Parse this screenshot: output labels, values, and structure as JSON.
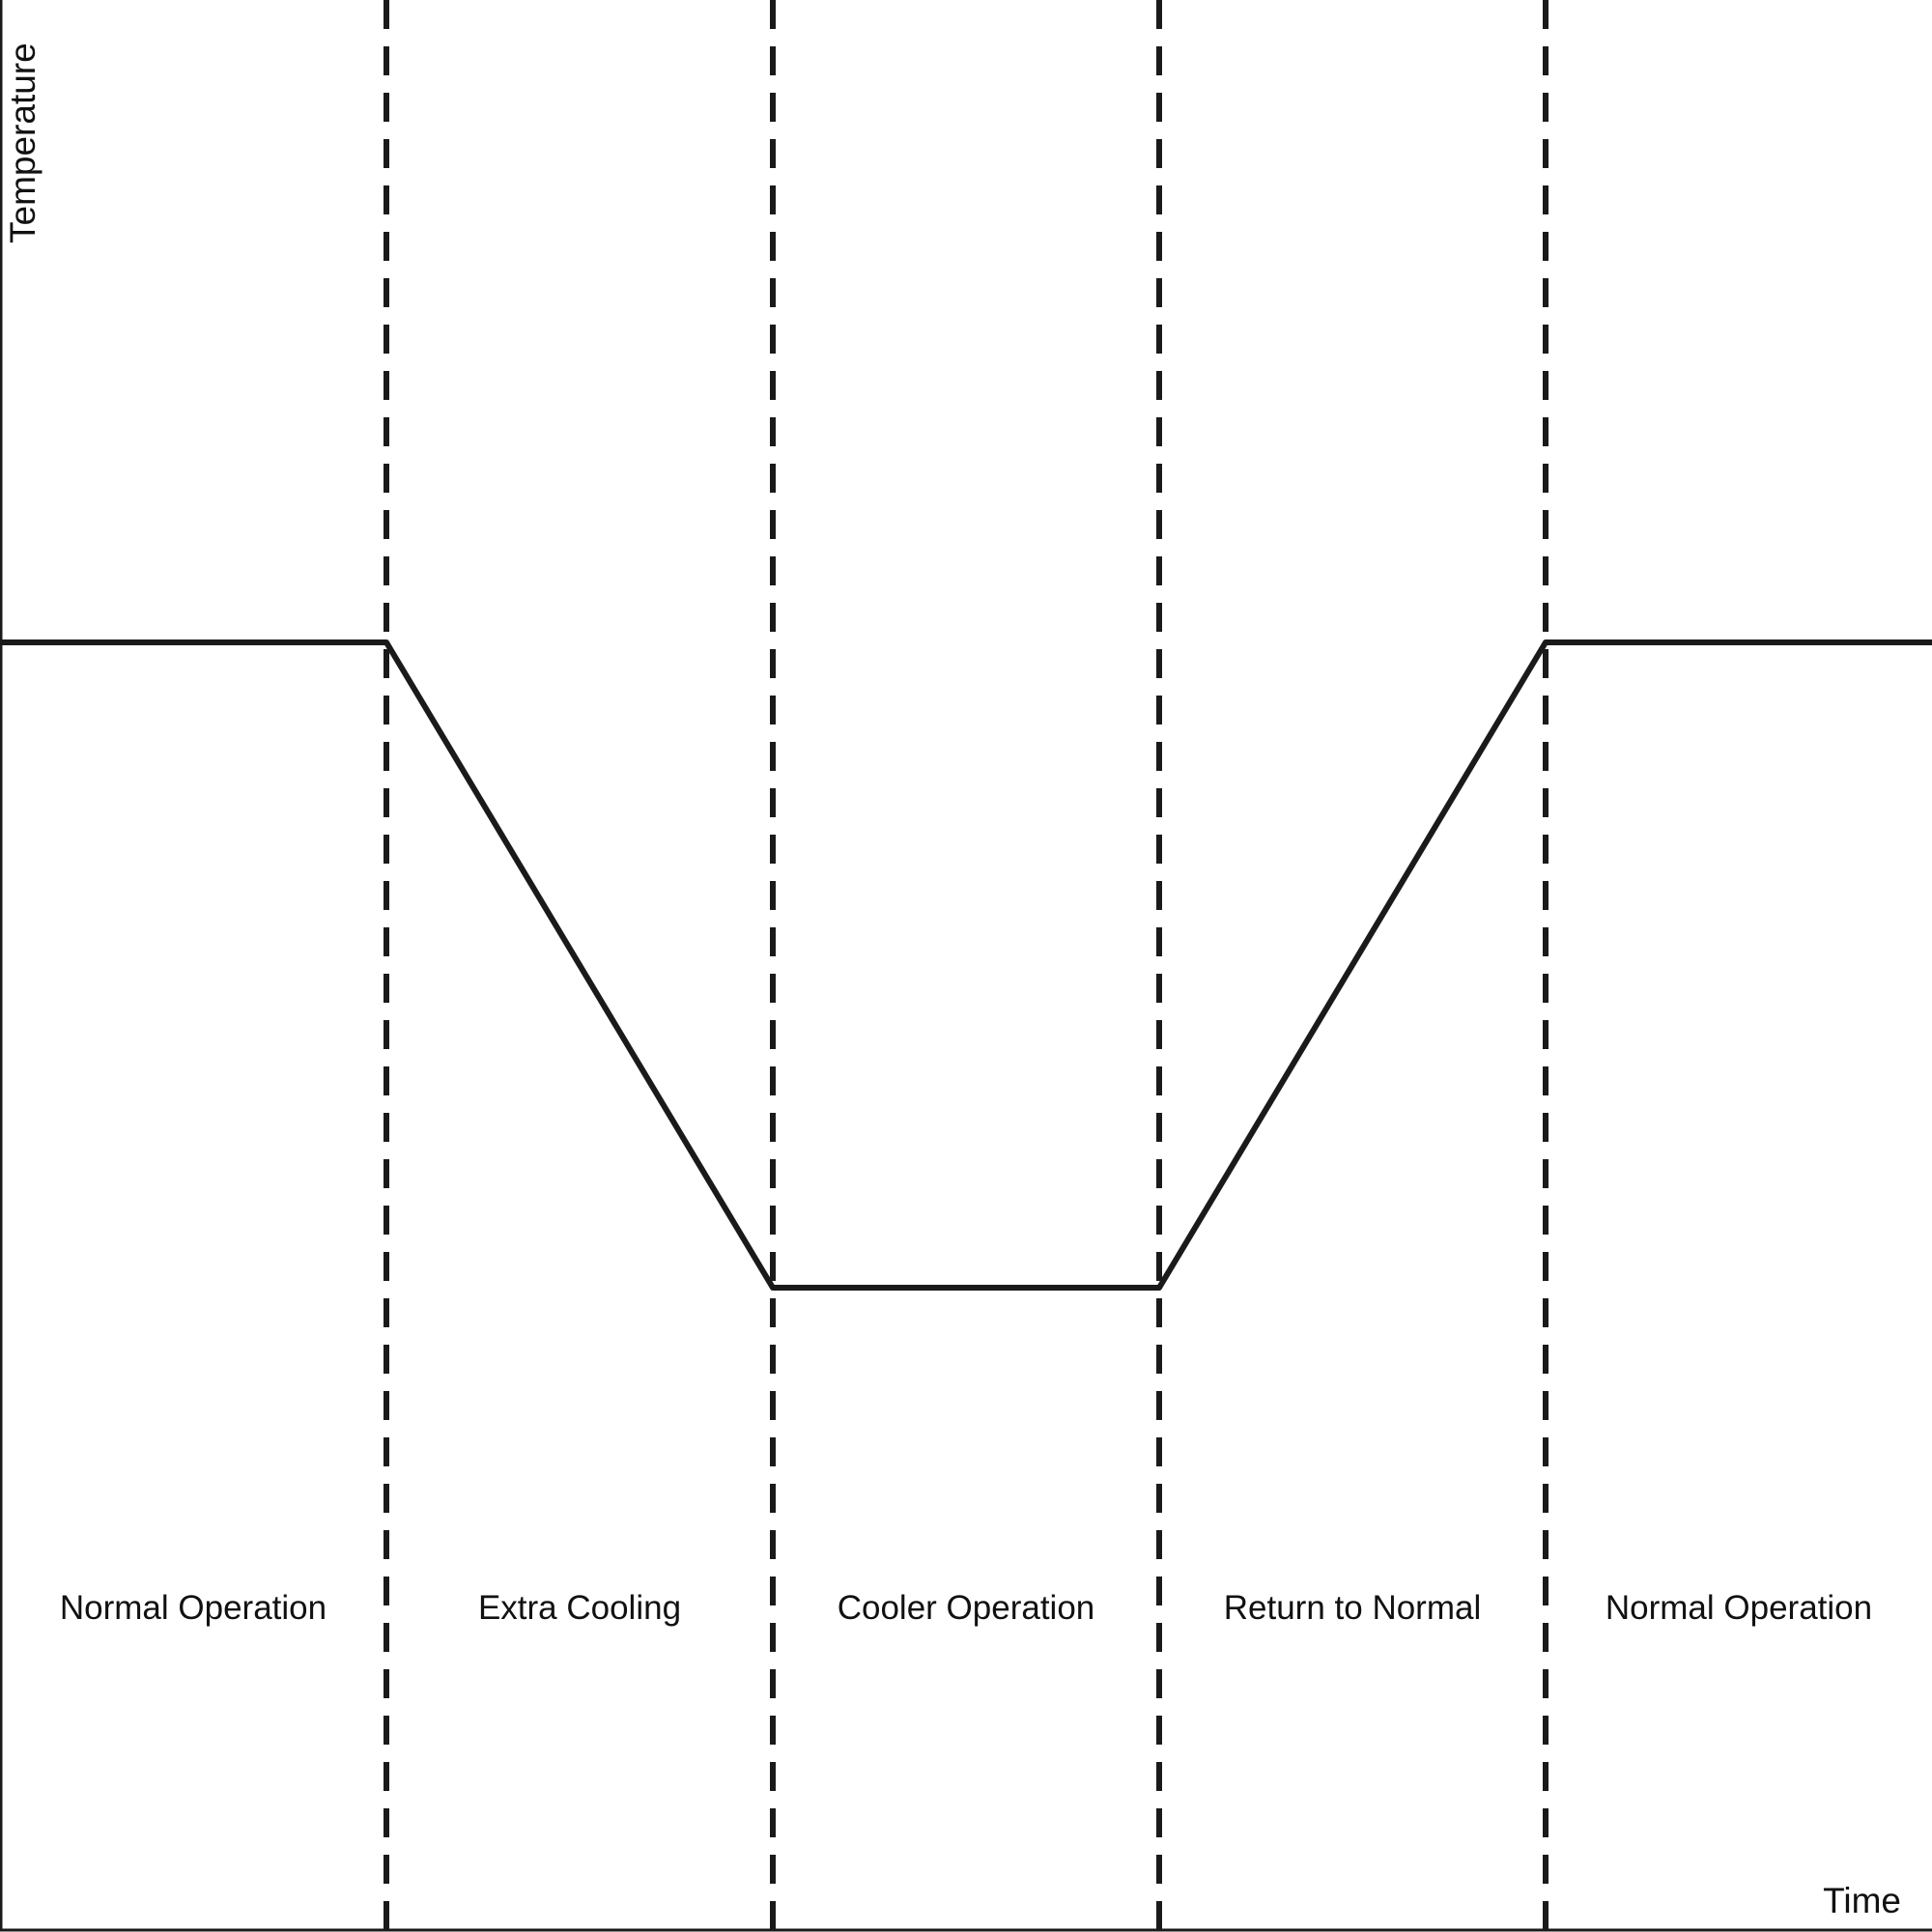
{
  "chart_data": {
    "type": "line",
    "title": "",
    "xlabel": "Time",
    "ylabel": "Temperature",
    "x_ticks": "none",
    "y_ticks": "none",
    "grid": false,
    "legend": "none",
    "phases": [
      {
        "label": "Normal Operation"
      },
      {
        "label": "Extra Cooling"
      },
      {
        "label": "Cooler Operation"
      },
      {
        "label": "Return to Normal"
      },
      {
        "label": "Normal Operation"
      }
    ],
    "series": [
      {
        "points": [
          {
            "x": 0,
            "y": 1
          },
          {
            "x": 1,
            "y": 1
          },
          {
            "x": 2,
            "y": 0
          },
          {
            "x": 3,
            "y": 0
          },
          {
            "x": 4,
            "y": 1
          },
          {
            "x": 5,
            "y": 1
          }
        ]
      }
    ],
    "phase_boundaries": [
      1,
      2,
      3,
      4
    ],
    "colors": {
      "line": "#1a1a1a",
      "divider": "#1a1a1a",
      "axis": "#1a1a1a"
    }
  }
}
